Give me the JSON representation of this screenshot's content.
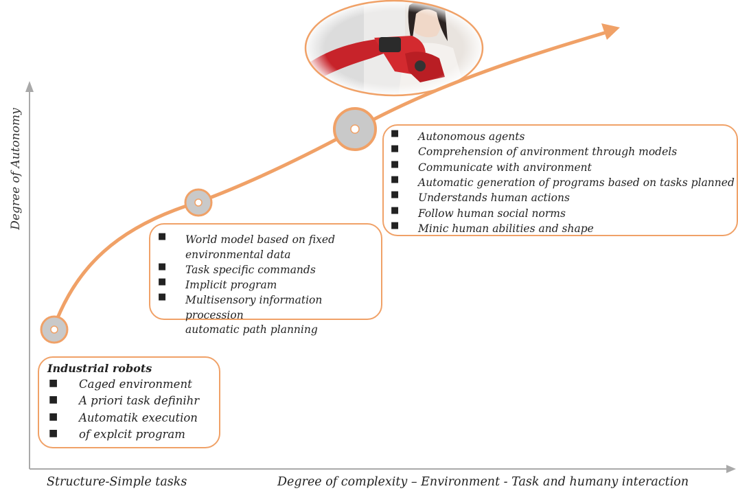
{
  "axes": {
    "y_label": "Degree of Autonomy",
    "x_label_left": "Structure-Simple tasks",
    "x_label_right": "Degree of complexity – Environment - Task and humany interaction"
  },
  "colors": {
    "curve": "#f0a167",
    "box_border": "#f0a167",
    "node_fill": "#c9c9c9",
    "axis": "#a9a9a9"
  },
  "image": {
    "description_icon": "robot-arm-photo-icon"
  },
  "box1": {
    "title": "Industrial robots",
    "items": [
      "Caged environment",
      "A priori task definihr",
      "Automatik execution",
      "of explcit program"
    ]
  },
  "box2": {
    "items": [
      "World model based on fixed environmental data",
      "Task specific commands",
      "Implicit program",
      "Multisensory information procession"
    ],
    "continuation": "automatic path planning"
  },
  "box3": {
    "items": [
      "Autonomous agents",
      "Comprehension of anvironment through models",
      "Communicate with anvironment",
      "Automatic generation of programs based on tasks planned",
      "Understands human actions",
      "Follow human social norms",
      "Minic human abilities and shape"
    ]
  }
}
